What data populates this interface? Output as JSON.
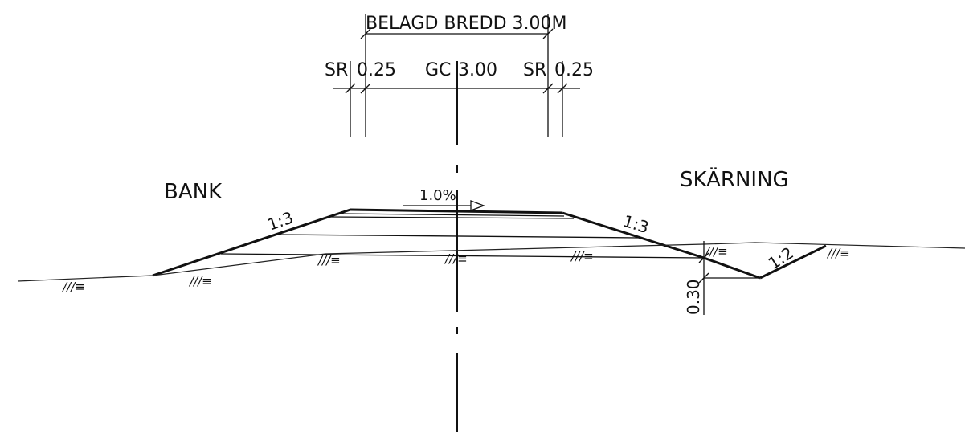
{
  "dimensions": {
    "belagd_bredd": "BELAGD BREDD 3.00M",
    "left_sr_label": "SR",
    "left_sr_value": "0.25",
    "gc_label": "GC",
    "gc_value": "3.00",
    "right_sr_label": "SR",
    "right_sr_value": "0.25"
  },
  "labels": {
    "bank": "BANK",
    "skarning": "SKÄRNING",
    "crossfall": "1.0%",
    "slope_left": "1:3",
    "slope_right": "1:3",
    "slope_ditch": "1:2",
    "ditch_depth": "0.30"
  },
  "ground_symbol": "///≡",
  "colors": {
    "line": "#111111",
    "background": "#ffffff"
  }
}
